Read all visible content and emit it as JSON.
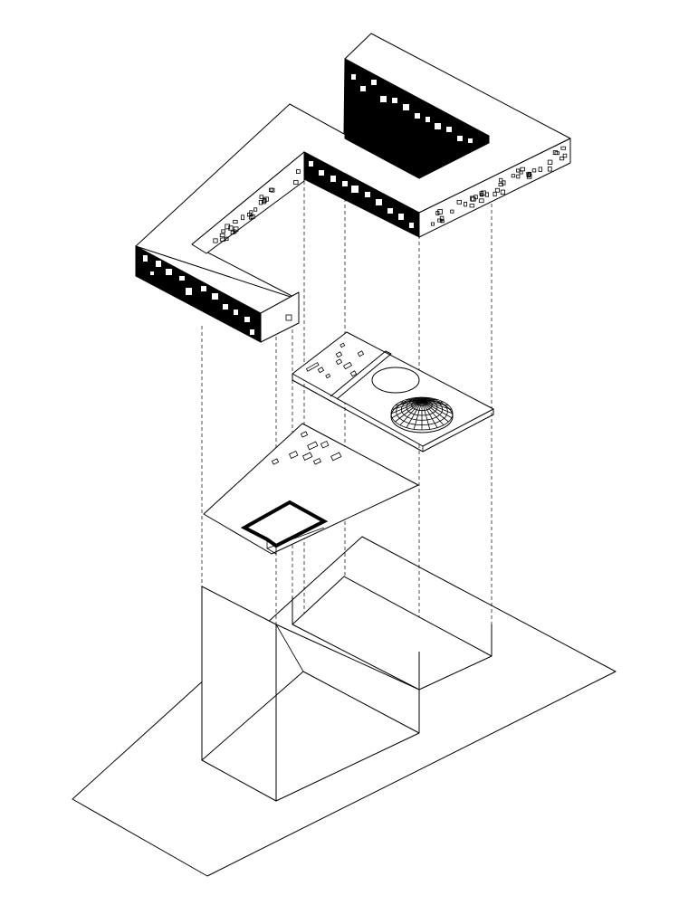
{
  "diagram": {
    "kind": "exploded axonometric",
    "stroke_color": "#000000",
    "background_color": "#ffffff",
    "components": [
      "site-plane",
      "lower-plinth-volume",
      "upper-plinth-volume",
      "middle-floor-plate",
      "stair-frame",
      "upper-floor-plate",
      "dome",
      "roof-ring",
      "roof-box",
      "vertical-guide-lines"
    ]
  }
}
